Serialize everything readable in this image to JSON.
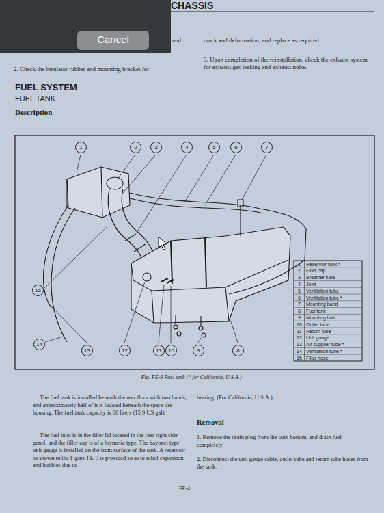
{
  "diagram": {
    "title": "FUEL SYSTEM",
    "caption": "Fig. FE-9 Fuel tank (* for California, U.S.A.)",
    "nodes": [
      {
        "text": [
          "Cancel"
        ]
      }
    ],
    "labels": [
      "CHASSIS",
      "and",
      "crack and deformation, and replace as required.",
      "2.  Check the insulator rubber and mounting bracket for",
      "3.  Upon completion of the reinstallation, check the exhaust system for exhaust gas leaking and exhaust noise.",
      "FUEL TANK",
      "Description",
      "1",
      "2",
      "3",
      "4",
      "5",
      "6",
      "7",
      "15",
      "14",
      "13",
      "12",
      "11",
      "10",
      "9",
      "8",
      "1",
      "Reservoir tank *",
      "2",
      "Filler cap",
      "3",
      "Breather tube",
      "4",
      "Joint",
      "5",
      "Ventilation tube",
      "6",
      "Ventilation tube *",
      "7",
      "Mounting band",
      "8",
      "Fuel tank",
      "9",
      "Mounting bolt",
      "10",
      "Outlet tube",
      "11",
      "Return tube",
      "12",
      "Unit gauge",
      "13",
      "Air supplier tube *",
      "14",
      "Ventilation tube *",
      "15",
      "Filler hose",
      "The fuel tank is installed beneath the rear floor with two bands, and approximately half of it is located beneath the spare tire housing. The fuel tank capacity is 60 liters (15.9 US gal).",
      "The fuel inlet is in the filler lid located in the rear right side panel, and the filler cap is of a hermetic type. The bayonet type unit gauge is installed on the front surface of the tank. A reservoir as shown in the Figure FE-9 is provided so as to relief expansion and bubbles due to",
      "heating. (For California, U.S.A.)",
      "Removal",
      "1.  Remove the drain plug from the tank bottom, and drain fuel completely.",
      "2.  Disconnect the unit gauge cable, outlet tube and return tube hoses from the tank.",
      "FE-4"
    ]
  }
}
